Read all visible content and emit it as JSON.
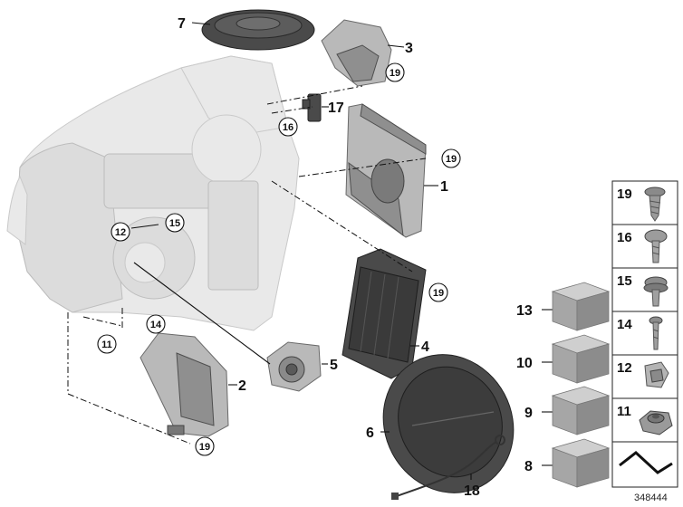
{
  "callouts": {
    "c1": "1",
    "c2": "2",
    "c3": "3",
    "c4": "4",
    "c5": "5",
    "c6": "6",
    "c7": "7",
    "c8": "8",
    "c9": "9",
    "c10": "10",
    "c11": "11",
    "c12": "12",
    "c13": "13",
    "c14": "14",
    "c15": "15",
    "c16": "16",
    "c17": "17",
    "c18": "18",
    "c19": "19"
  },
  "panel": {
    "items": [
      {
        "num": "19",
        "icon": "torx-screw-icon"
      },
      {
        "num": "16",
        "icon": "round-head-screw-icon"
      },
      {
        "num": "15",
        "icon": "flange-screw-icon"
      },
      {
        "num": "14",
        "icon": "long-screw-icon"
      },
      {
        "num": "12",
        "icon": "spring-nut-icon"
      },
      {
        "num": "11",
        "icon": "clip-nut-icon"
      },
      {
        "num": "",
        "icon": "zigzag-symbol-icon"
      }
    ]
  },
  "reference_id": "348444"
}
